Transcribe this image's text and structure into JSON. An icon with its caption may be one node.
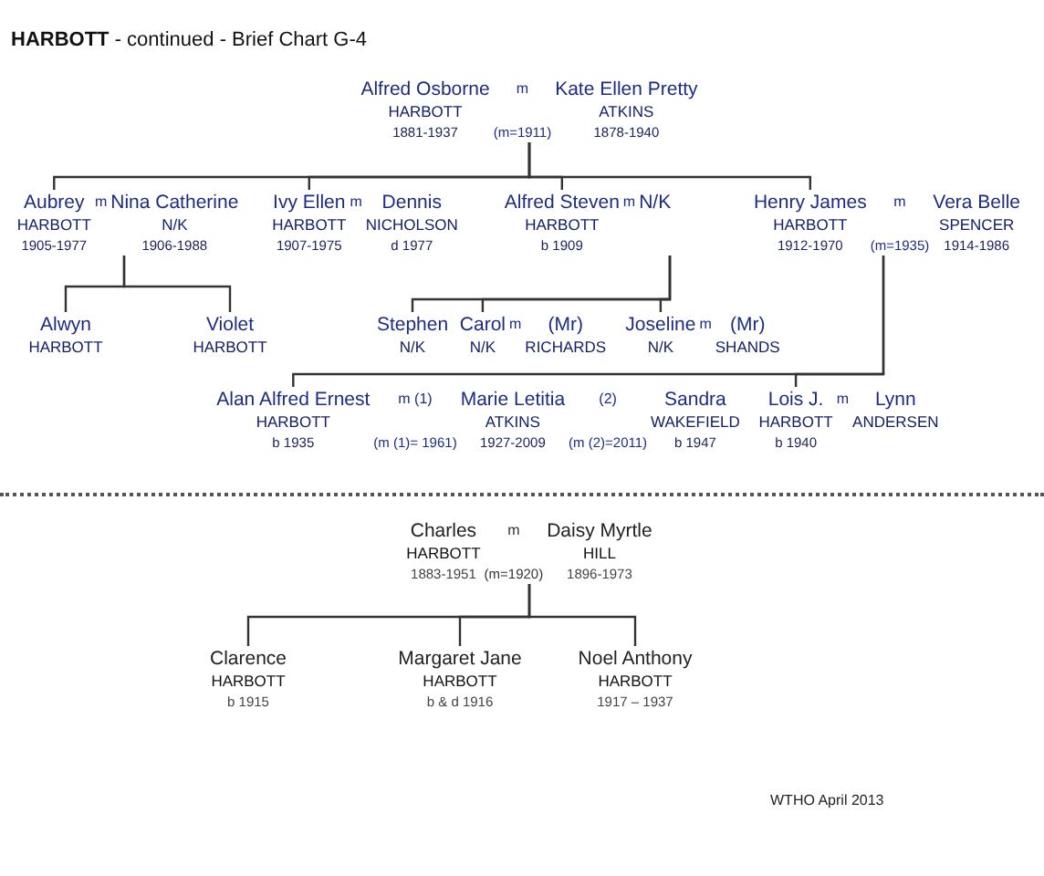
{
  "diagram": {
    "title": "**HARBOTT** - continued - Brief Chart G-4",
    "nodes": [
      {
        "text": [
          "m",
          "(m=1911)"
        ]
      },
      {
        "text": [
          "Alfred Osborne",
          "HARBOTT",
          "1881-1937"
        ],
        "in": 0
      },
      {
        "text": [
          "Kate Ellen Pretty",
          "ATKINS",
          "1878-1940"
        ],
        "in": 0
      },
      {
        "text": [
          "m"
        ]
      },
      {
        "text": [
          "Aubrey",
          "HARBOTT",
          "1905-1977"
        ],
        "in": 3
      },
      {
        "text": [
          "Nina Catherine",
          "N/K",
          "1906-1988"
        ],
        "in": 3
      },
      {
        "text": [
          "m"
        ]
      },
      {
        "text": [
          "Ivy Ellen",
          "HARBOTT",
          "1907-1975"
        ],
        "in": 6
      },
      {
        "text": [
          "Dennis",
          "NICHOLSON",
          "d 1977"
        ],
        "in": 6
      },
      {
        "text": [
          "m"
        ]
      },
      {
        "text": [
          "Alfred Steven",
          "HARBOTT",
          "b 1909"
        ],
        "in": 9
      },
      {
        "text": [
          "N/K"
        ],
        "in": 9
      },
      {
        "text": [
          "m",
          "(m=1935)"
        ]
      },
      {
        "text": [
          "Henry James",
          "HARBOTT",
          "1912-1970"
        ],
        "in": 12
      },
      {
        "text": [
          "Vera Belle",
          "SPENCER",
          "1914-1986"
        ],
        "in": 12
      },
      {
        "text": [
          "Alwyn",
          "HARBOTT"
        ]
      },
      {
        "text": [
          "Violet",
          "HARBOTT"
        ]
      },
      {
        "text": [
          "Stephen",
          "N/K"
        ]
      },
      {
        "text": [
          "m"
        ]
      },
      {
        "text": [
          "Carol",
          "N/K"
        ],
        "in": 18
      },
      {
        "text": [
          "(Mr)",
          "RICHARDS"
        ],
        "in": 18
      },
      {
        "text": [
          "m"
        ]
      },
      {
        "text": [
          "Joseline",
          "N/K"
        ],
        "in": 21
      },
      {
        "text": [
          "(Mr)",
          "SHANDS"
        ],
        "in": 21
      },
      {
        "text": [
          "m (1)",
          "(2)",
          "(m (1)= 1961)",
          "(m (2)=2011)"
        ]
      },
      {
        "text": [
          "Alan Alfred Ernest",
          "HARBOTT",
          "b 1935"
        ],
        "in": 24
      },
      {
        "text": [
          "Marie Letitia",
          "ATKINS",
          "1927-2009"
        ],
        "in": 24
      },
      {
        "text": [
          "Sandra",
          "WAKEFIELD",
          "b 1947"
        ],
        "in": 24
      },
      {
        "text": [
          "m"
        ]
      },
      {
        "text": [
          "Lois J.",
          "HARBOTT",
          "b 1940"
        ],
        "in": 28
      },
      {
        "text": [
          "Lynn",
          "ANDERSEN"
        ],
        "in": 28
      },
      {
        "text": [
          "m",
          "(m=1920)"
        ]
      },
      {
        "text": [
          "Charles",
          "HARBOTT",
          "1883-1951"
        ],
        "in": 31
      },
      {
        "text": [
          "Daisy Myrtle",
          "HILL",
          "1896-1973"
        ],
        "in": 31
      },
      {
        "text": [
          "Clarence",
          "HARBOTT",
          "b 1915"
        ]
      },
      {
        "text": [
          "Margaret Jane",
          "HARBOTT",
          "b & d 1916"
        ]
      },
      {
        "text": [
          "Noel Anthony",
          "HARBOTT",
          "1917 – 1937"
        ]
      }
    ],
    "edges": [
      {
        "from": 0,
        "to": 4,
        "arrow": "none"
      },
      {
        "from": 0,
        "to": 7,
        "arrow": "none"
      },
      {
        "from": 0,
        "to": 10,
        "arrow": "none"
      },
      {
        "from": 0,
        "to": 13,
        "arrow": "none"
      },
      {
        "from": 3,
        "to": 15,
        "arrow": "none"
      },
      {
        "from": 3,
        "to": 16,
        "arrow": "none"
      },
      {
        "from": 9,
        "to": 17,
        "arrow": "none"
      },
      {
        "from": 9,
        "to": 19,
        "arrow": "none"
      },
      {
        "from": 9,
        "to": 22,
        "arrow": "none"
      },
      {
        "from": 12,
        "to": 25,
        "arrow": "none"
      },
      {
        "from": 12,
        "to": 29,
        "arrow": "none"
      },
      {
        "from": 31,
        "to": 34,
        "arrow": "none"
      },
      {
        "from": 31,
        "to": 35,
        "arrow": "none"
      },
      {
        "from": 31,
        "to": 36,
        "arrow": "none"
      }
    ],
    "labels": [
      "WTHO April 2013"
    ]
  }
}
